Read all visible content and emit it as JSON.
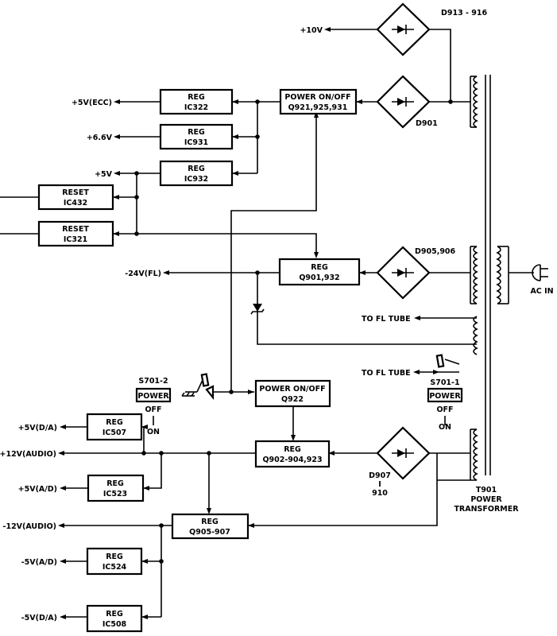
{
  "rails": {
    "p10v": "+10V",
    "p5v_ecc": "+5V(ECC)",
    "p6_6v": "+6.6V",
    "p5v": "+5V",
    "m24v_fl": "-24V(FL)",
    "p5v_da": "+5V(D/A)",
    "p12v_audio": "+12V(AUDIO)",
    "p5v_ad": "+5V(A/D)",
    "m12v_audio": "-12V(AUDIO)",
    "m5v_ad": "-5V(A/D)",
    "m5v_da": "-5V(D/A)"
  },
  "blocks": {
    "reg_ic322": {
      "l1": "REG",
      "l2": "IC322"
    },
    "reg_ic931": {
      "l1": "REG",
      "l2": "IC931"
    },
    "reg_ic932": {
      "l1": "REG",
      "l2": "IC932"
    },
    "reset_ic432": {
      "l1": "RESET",
      "l2": "IC432"
    },
    "reset_ic321": {
      "l1": "RESET",
      "l2": "IC321"
    },
    "power_q921": {
      "l1": "POWER ON/OFF",
      "l2": "Q921,925,931"
    },
    "reg_q901": {
      "l1": "REG",
      "l2": "Q901,932"
    },
    "power_q922": {
      "l1": "POWER ON/OFF",
      "l2": "Q922"
    },
    "reg_q902": {
      "l1": "REG",
      "l2": "Q902-904,923"
    },
    "reg_q905": {
      "l1": "REG",
      "l2": "Q905-907"
    },
    "reg_ic507": {
      "l1": "REG",
      "l2": "IC507"
    },
    "reg_ic523": {
      "l1": "REG",
      "l2": "IC523"
    },
    "reg_ic524": {
      "l1": "REG",
      "l2": "IC524"
    },
    "reg_ic508": {
      "l1": "REG",
      "l2": "IC508"
    }
  },
  "labels": {
    "d913": "D913 - 916",
    "d901": "D901",
    "d905": "D905,906",
    "d907_a": "D907",
    "d907_b": "I",
    "d907_c": "910",
    "fl_tube_1": "TO FL TUBE",
    "fl_tube_2": "TO FL TUBE",
    "ac_in": "AC IN",
    "s701_2": "S701-2",
    "s701_1": "S701-1",
    "power": "POWER",
    "off": "OFF",
    "on": "ON",
    "t901_1": "T901",
    "t901_2": "POWER",
    "t901_3": "TRANSFORMER"
  }
}
